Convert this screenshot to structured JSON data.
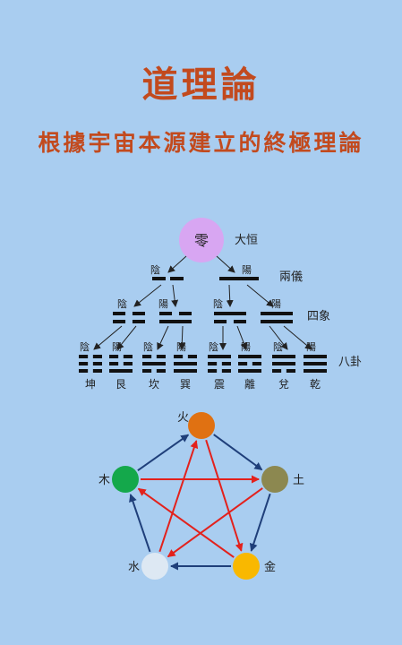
{
  "title": "道理論",
  "subtitle": "根據宇宙本源建立的終極理論",
  "colors": {
    "background": "#a9cdf0",
    "title": "#c24a1e",
    "origin_circle": "#d8a6f2",
    "generation_arrow": "#1f3f7a",
    "control_arrow": "#e3211c"
  },
  "tree": {
    "origin": "零",
    "levels": [
      {
        "label": "大恒"
      },
      {
        "label": "兩儀",
        "yin": "陰",
        "yang": "陽"
      },
      {
        "label": "四象",
        "yin": "陰",
        "yang": "陽"
      },
      {
        "label": "八卦",
        "yin": "陰",
        "yang": "陽"
      }
    ],
    "trigrams": [
      {
        "name": "坤",
        "lines": [
          0,
          0,
          0
        ]
      },
      {
        "name": "艮",
        "lines": [
          1,
          0,
          0
        ]
      },
      {
        "name": "坎",
        "lines": [
          0,
          1,
          0
        ]
      },
      {
        "name": "巽",
        "lines": [
          1,
          1,
          0
        ]
      },
      {
        "name": "震",
        "lines": [
          0,
          0,
          1
        ]
      },
      {
        "name": "離",
        "lines": [
          1,
          0,
          1
        ]
      },
      {
        "name": "兌",
        "lines": [
          0,
          1,
          1
        ]
      },
      {
        "name": "乾",
        "lines": [
          1,
          1,
          1
        ]
      }
    ]
  },
  "elements": [
    {
      "key": "fire",
      "label": "火",
      "color": "#e07112"
    },
    {
      "key": "earth",
      "label": "土",
      "color": "#8c8850"
    },
    {
      "key": "metal",
      "label": "金",
      "color": "#f9b800"
    },
    {
      "key": "water",
      "label": "水",
      "color": "#dde8f3"
    },
    {
      "key": "wood",
      "label": "木",
      "color": "#14a84b"
    }
  ]
}
